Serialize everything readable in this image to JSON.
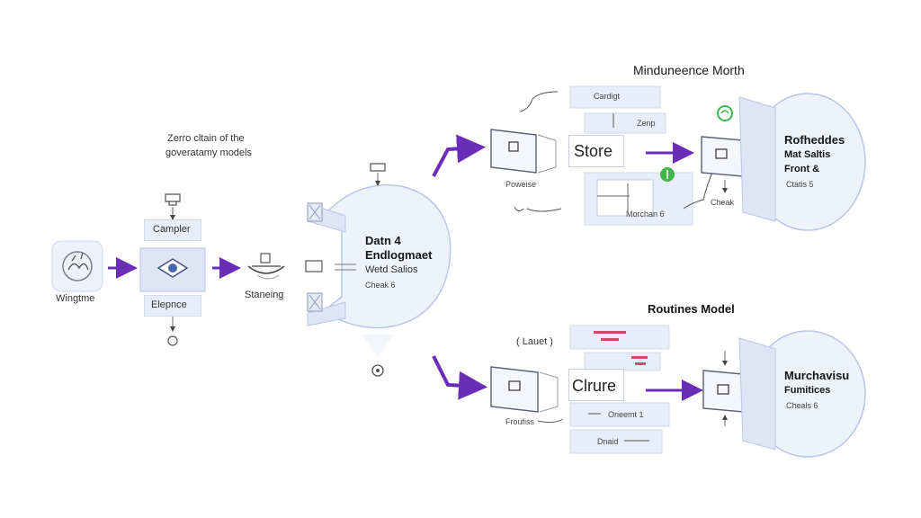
{
  "left_caption": {
    "line1": "Zerro cltain of the",
    "line2": "goveratamy models"
  },
  "left_flow": {
    "wingtme_label": "Wingtme",
    "campler_label": "Campler",
    "elepnce_label": "Elepnce",
    "staneing_label": "Staneing"
  },
  "center_ellipse": {
    "line1": "Datn 4",
    "line2": "Endlogmaet",
    "line3": "Wetd Salios",
    "line4": "Cheak 6"
  },
  "top_section": {
    "title": "Minduneence Morth",
    "box_label_1": "Cardigt",
    "box_label_2": "Zenp",
    "main_box_label": "Store",
    "monitor_caption": "Poweise",
    "sub_box_label": "Morchan 6",
    "checks_label": "Cheak",
    "ellipse_line1": "Rofheddes",
    "ellipse_line2": "Mat Saltis",
    "ellipse_line3": "Front &",
    "ellipse_line4": "Ctatis 5"
  },
  "bottom_section": {
    "title": "Routines Model",
    "latest_label": "( Lauet )",
    "main_box_label": "Clrure",
    "monitor_caption": "Froufiss",
    "box_label_1": "Oneemt 1",
    "box_label_2": "Dnaid",
    "ellipse_line1": "Murchavisu",
    "ellipse_line2": "Fumitices",
    "ellipse_line3": "Cheals 6"
  },
  "colors": {
    "accent_purple": "#6a2db8",
    "box_fill": "#e9edf9",
    "ellipse_fill": "#eef2fb",
    "ellipse_stroke": "#b9c6e6",
    "accent_red": "#d04a6a",
    "accent_green": "#43b54b"
  },
  "icons": [
    "hands-icon",
    "display-icon",
    "boat-icon",
    "monitor-icon",
    "cup-icon",
    "green-status-icon",
    "lock-icon"
  ]
}
